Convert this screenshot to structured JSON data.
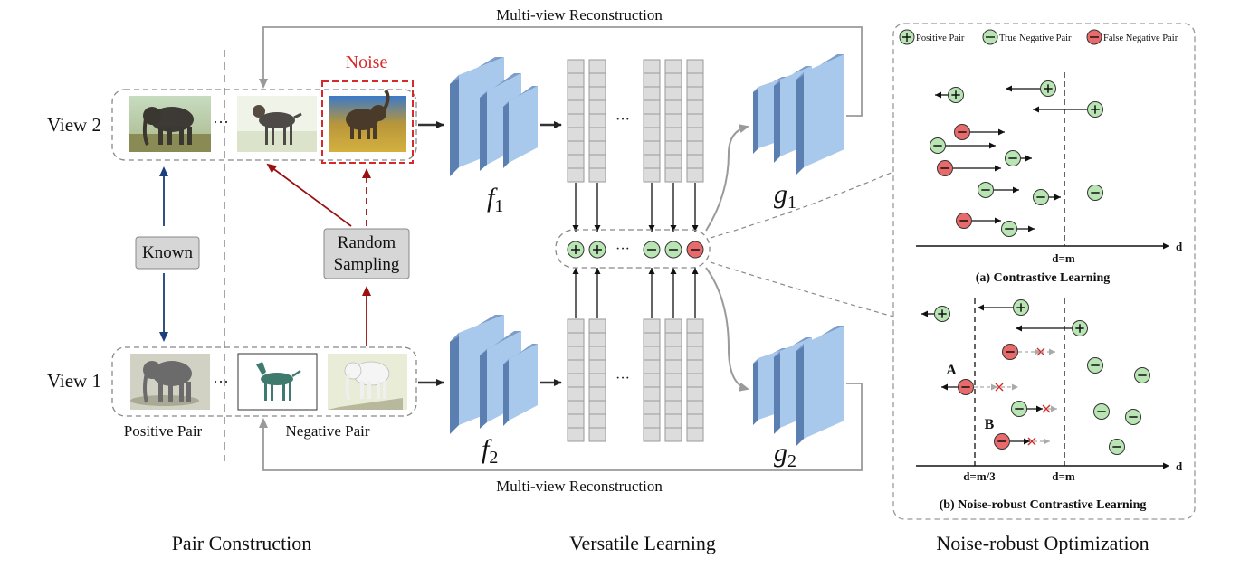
{
  "sections": {
    "pair_construction": "Pair Construction",
    "versatile_learning": "Versatile Learning",
    "noise_robust": "Noise-robust Optimization"
  },
  "views": {
    "view2": "View 2",
    "view1": "View 1"
  },
  "labels": {
    "noise": "Noise",
    "known": "Known",
    "random_line1": "Random",
    "random_line2": "Sampling",
    "positive_pair": "Positive Pair",
    "negative_pair": "Negative Pair",
    "recon_top": "Multi-view Reconstruction",
    "recon_bottom": "Multi-view Reconstruction",
    "dots": "···"
  },
  "networks": {
    "f1": "f",
    "f1_sub": "1",
    "f2": "f",
    "f2_sub": "2",
    "g1": "g",
    "g1_sub": "1",
    "g2": "g",
    "g2_sub": "2"
  },
  "legend": {
    "positive": "Positive Pair",
    "true_negative": "True Negative Pair",
    "false_negative": "False Negative Pair"
  },
  "panel_a": {
    "caption": "(a) Contrastive Learning",
    "axis_label": "d",
    "threshold": "d=m"
  },
  "panel_b": {
    "caption": "(b) Noise-robust Contrastive Learning",
    "axis_label": "d",
    "threshold1": "d=m/3",
    "threshold2": "d=m",
    "point_a": "A",
    "point_b": "B"
  },
  "colors": {
    "positive_fill": "#b9e5b4",
    "negative_fill": "#b9e5b4",
    "false_negative_fill": "#e86a6a",
    "noise_red": "#d62a2a",
    "arrow_red": "#9b1010",
    "arrow_blue": "#1a3f7a",
    "block_blue": "#a8c8ec"
  }
}
